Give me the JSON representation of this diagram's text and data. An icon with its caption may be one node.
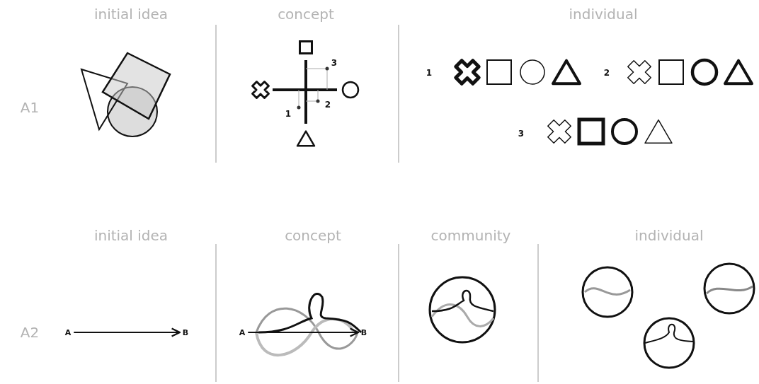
{
  "diagram": {
    "nodes": [
      {
        "text": [
          "A"
        ]
      },
      {
        "text": [
          "B"
        ]
      },
      {
        "text": [
          "A"
        ]
      },
      {
        "text": [
          "B"
        ]
      }
    ],
    "edges": [
      {
        "from": 0,
        "to": 1,
        "arrow": "to"
      },
      {
        "from": 2,
        "to": 3,
        "arrow": "to"
      }
    ],
    "labels": [
      "initial idea",
      "concept",
      "individual",
      "A1",
      "3",
      "2",
      "1",
      "1",
      "2",
      "3",
      "initial idea",
      "concept",
      "community",
      "individual",
      "A2"
    ]
  }
}
